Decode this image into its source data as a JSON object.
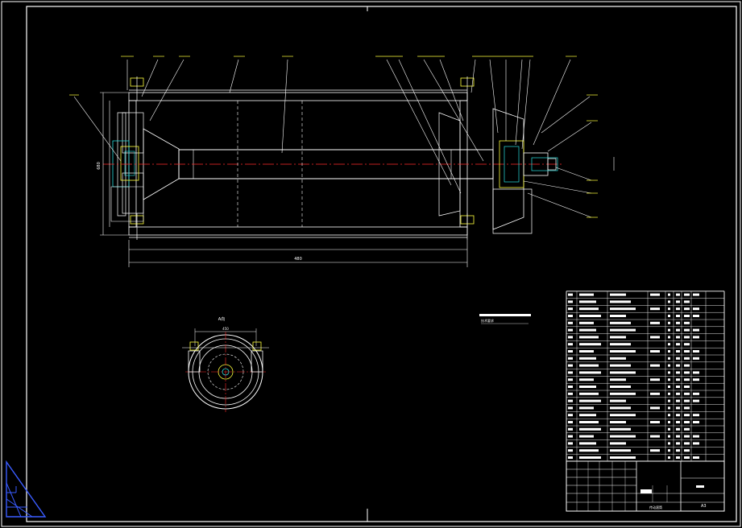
{
  "colors": {
    "background": "#000000",
    "line_white": "#ffffff",
    "line_red": "#ff2a2a",
    "line_cyan": "#28e0e0",
    "line_yellow": "#ffff3c",
    "line_green": "#3cff3c",
    "line_blue": "#3a5cff",
    "hatch": "#ff4040"
  },
  "main_view": {
    "overall_length_dim": "480",
    "left_height_dim": "680"
  },
  "end_view": {
    "title": "A向",
    "width_dim": "450"
  },
  "tech_note": "技术要求",
  "parts_list": {
    "rows": 24
  },
  "title_block": {
    "drawing_title": "传动滚筒",
    "drawing_no": "A3"
  },
  "icons": [
    "ucs-icon"
  ]
}
